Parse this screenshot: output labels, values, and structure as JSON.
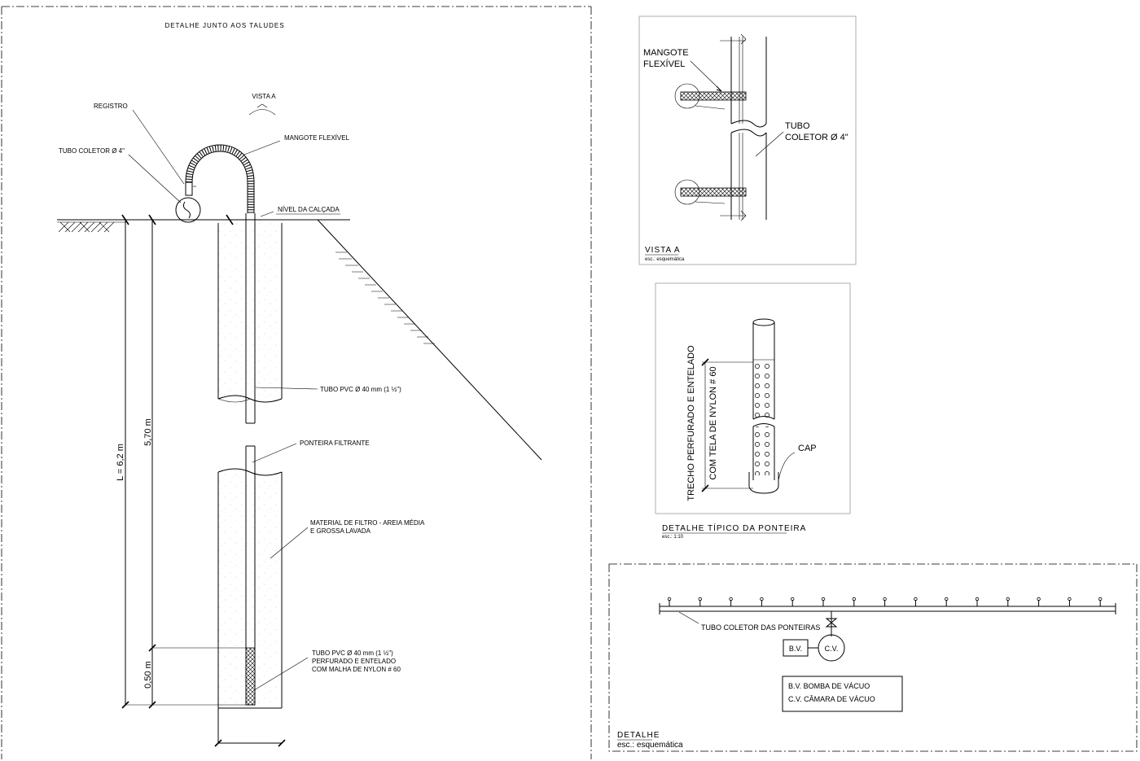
{
  "main_detail": {
    "title": "DETALHE  JUNTO  AOS  TALUDES",
    "vista_a": "VISTA A",
    "registro": "REGISTRO",
    "tubo_coletor": "TUBO COLETOR Ø 4\"",
    "mangote": "MANGOTE FLEXÍVEL",
    "nivel_calcada": "NÍVEL DA CALÇADA",
    "tubo_pvc": "TUBO PVC Ø 40 mm (1  ½\")",
    "ponteira": "PONTEIRA FILTRANTE",
    "material_filtro": [
      "MATERIAL DE FILTRO - AREIA MÉDIA",
      "E GROSSA LAVADA"
    ],
    "tubo_pvc_perfurado": [
      "TUBO PVC Ø 40 mm (1  ½\")",
      "PERFURADO E ENTELADO",
      "COM MALHA DE NYLON  # 60"
    ],
    "dim_l": "L = 6,2 m",
    "dim_570": "5,70 m",
    "dim_050": "0,50 m"
  },
  "vista_a_detail": {
    "mangote": [
      "MANGOTE",
      "FLEXÍVEL"
    ],
    "tubo_coletor": [
      "TUBO",
      "COLETOR Ø 4\""
    ],
    "title": "VISTA  A",
    "scale": "esc.: esquemática"
  },
  "ponteira_detail": {
    "vertical_label_1": "TRECHO PERFURADO E ENTELADO",
    "vertical_label_2": "COM TELA DE NYLON # 60",
    "cap": "CAP",
    "title": "DETALHE  TÍPICO  DA  PONTEIRA",
    "scale": "esc.: 1:10"
  },
  "schema_detail": {
    "tubo_coletor_ponteiras": "TUBO COLETOR DAS PONTEIRAS",
    "bv": "B.V.",
    "cv": "C.V.",
    "legend": [
      "B.V.   BOMBA DE VÁCUO",
      "C.V.   CÂMARA DE VÁCUO"
    ],
    "title": "DETALHE",
    "scale": "esc.:  esquemática"
  }
}
